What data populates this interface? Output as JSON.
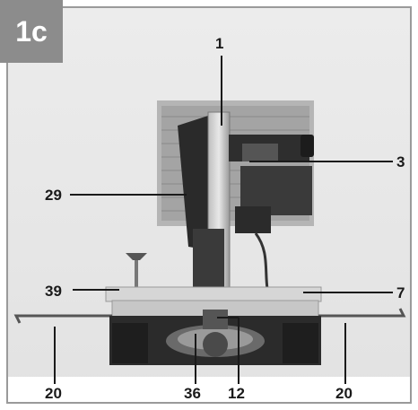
{
  "figure": {
    "tag": "1c",
    "callouts": [
      "1",
      "3",
      "29",
      "39",
      "7",
      "20",
      "36",
      "12",
      "20"
    ]
  }
}
